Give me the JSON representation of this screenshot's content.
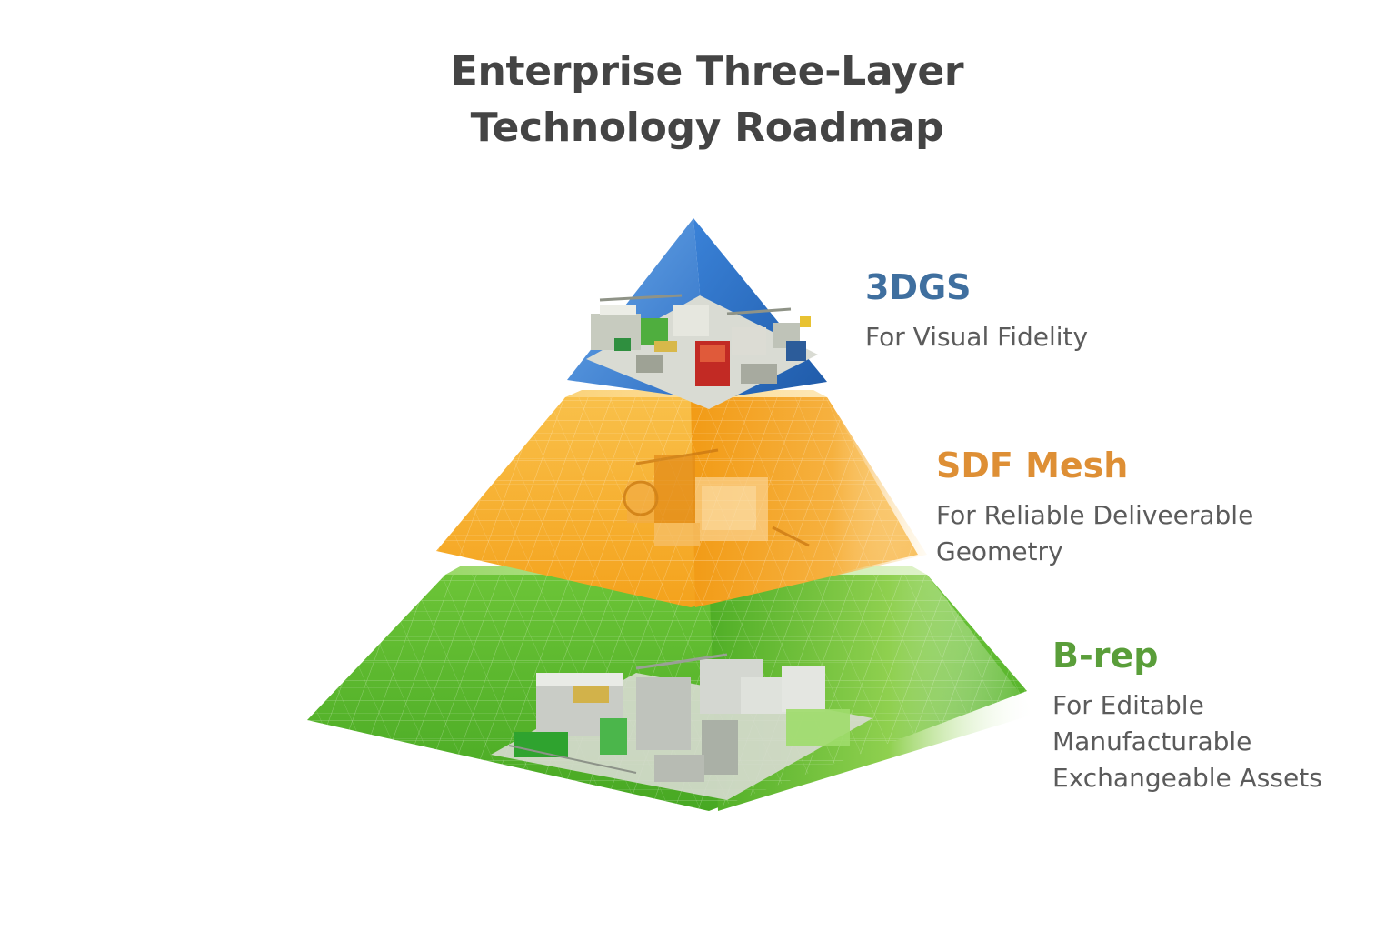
{
  "title": {
    "line1": "Enterprise Three-Layer",
    "line2": "Technology Roadmap"
  },
  "layers": [
    {
      "name": "3DGS",
      "desc_lines": [
        "For Visual Fidelity"
      ],
      "color": "#3f6f9f",
      "fill": "#3f86d6"
    },
    {
      "name": "SDF Mesh",
      "desc_lines": [
        "For Reliable Deliveerable",
        "Geometry"
      ],
      "color": "#de8f35",
      "fill": "#f5a623"
    },
    {
      "name": "B-rep",
      "desc_lines": [
        "For Editable",
        "Manufacturable",
        "Exchangeable Assets"
      ],
      "color": "#5a9e3a",
      "fill": "#5cb82e"
    }
  ]
}
